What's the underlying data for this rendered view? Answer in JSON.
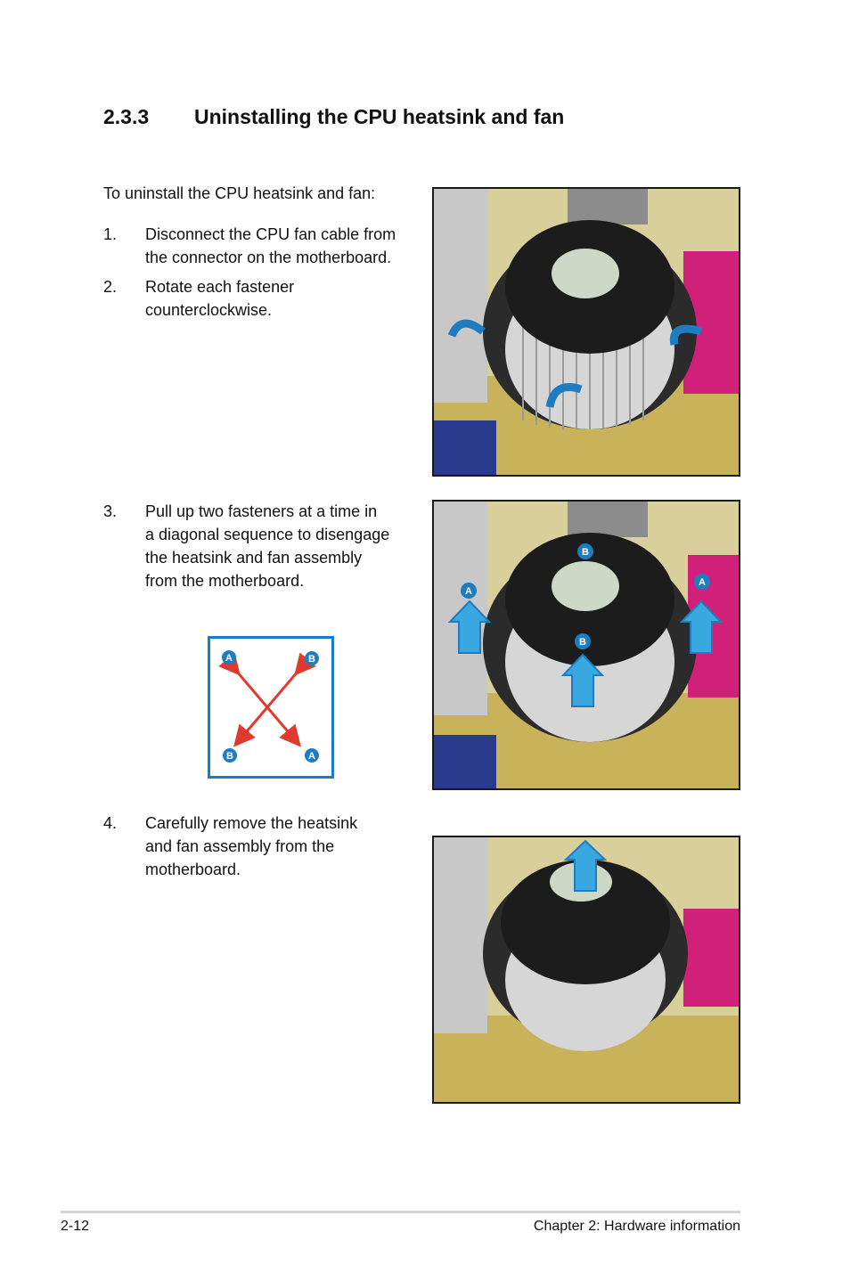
{
  "section": {
    "number": "2.3.3",
    "title": "Uninstalling the CPU heatsink and fan"
  },
  "intro": "To uninstall the CPU heatsink and fan:",
  "steps": [
    {
      "num": "1.",
      "lines": [
        "Disconnect the CPU fan cable from",
        "the connector on the motherboard."
      ]
    },
    {
      "num": "2.",
      "lines": [
        "Rotate each fastener",
        "counterclockwise."
      ]
    },
    {
      "num": "3.",
      "lines": [
        "Pull up two fasteners at a time in",
        "a diagonal sequence to disengage",
        "the heatsink and fan assembly",
        "from the motherboard."
      ]
    },
    {
      "num": "4.",
      "lines": [
        "Carefully remove the heatsink",
        "and fan assembly from the",
        "motherboard."
      ]
    }
  ],
  "diagram": {
    "labels": {
      "top_left": "A",
      "top_right": "B",
      "bottom_left": "B",
      "bottom_right": "A"
    }
  },
  "photo2_labels": {
    "top": "B",
    "left": "A",
    "right": "A",
    "center": "B"
  },
  "footer": {
    "page": "2-12",
    "chapter": "Chapter 2: Hardware information"
  },
  "colors": {
    "accent_blue": "#1e7cc0",
    "arrow_red": "#e03a2e",
    "motherboard_yellow": "#c9b35a",
    "header_pink": "#d0207a"
  }
}
